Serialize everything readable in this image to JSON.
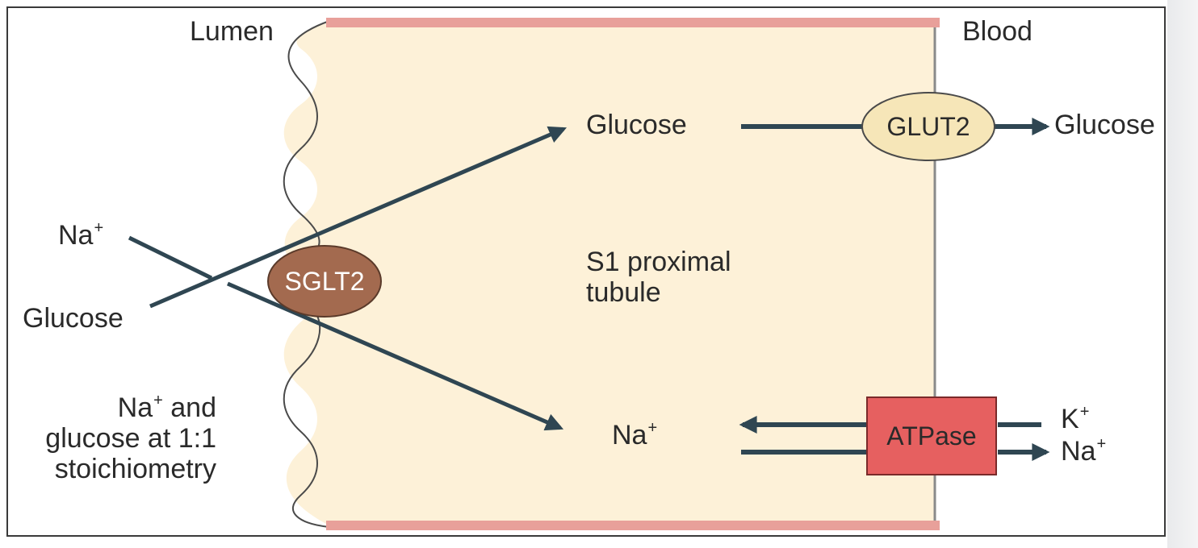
{
  "regions": {
    "lumen": "Lumen",
    "blood": "Blood",
    "cell": "S1 proximal tubule"
  },
  "cell_label_lines": [
    "S1 proximal",
    "tubule"
  ],
  "transporters": {
    "sglt2": "SGLT2",
    "glut2": "GLUT2",
    "atpase": "ATPase"
  },
  "lumen_side": {
    "na": "Na",
    "na_charge": "+",
    "glucose": "Glucose"
  },
  "cell_inside": {
    "glucose": "Glucose",
    "na": "Na",
    "na_charge": "+"
  },
  "blood_side": {
    "glucose": "Glucose",
    "k": "K",
    "k_charge": "+",
    "na": "Na",
    "na_charge": "+"
  },
  "note": {
    "line1_ion": "Na",
    "line1_charge": "+",
    "line1_rest": " and",
    "line2": "glucose at 1:1",
    "line3": "stoichiometry"
  },
  "colors": {
    "cell_fill": "#fdf1d8",
    "membrane_bar": "#e8a09a",
    "arrow": "#2f4652",
    "sglt2_fill": "#a36a4f",
    "glut2_fill": "#f6e6b8",
    "atpase_fill": "#e66060"
  }
}
